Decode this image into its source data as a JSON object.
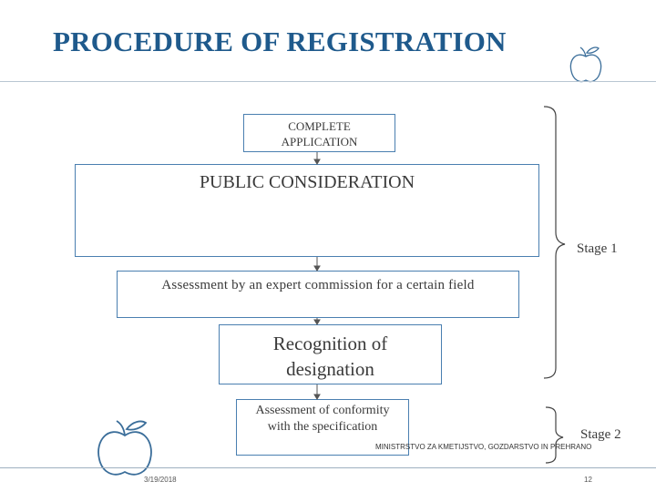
{
  "slide": {
    "title": "PROCEDURE OF REGISTRATION",
    "date": "3/19/2018",
    "page_number": "12",
    "footer_text": "MINISTRSTVO ZA KMETIJSTVO, GOZDARSTVO IN PREHRANO"
  },
  "flow": {
    "step1": "COMPLETE\nAPPLICATION",
    "step2": "PUBLIC CONSIDERATION",
    "step3": "Assessment by an expert commission for a certain field",
    "step4": "Recognition of\ndesignation",
    "step5": "Assessment of conformity\nwith the specification"
  },
  "stages": {
    "stage1": "Stage 1",
    "stage2": "Stage 2"
  },
  "colors": {
    "title": "#1f5a8c",
    "box_border": "#4a7fb0",
    "connector": "#555555",
    "icon_stroke": "#3b6e9a"
  },
  "icons": {
    "top": "apple-icon",
    "bottom": "apple-icon"
  }
}
